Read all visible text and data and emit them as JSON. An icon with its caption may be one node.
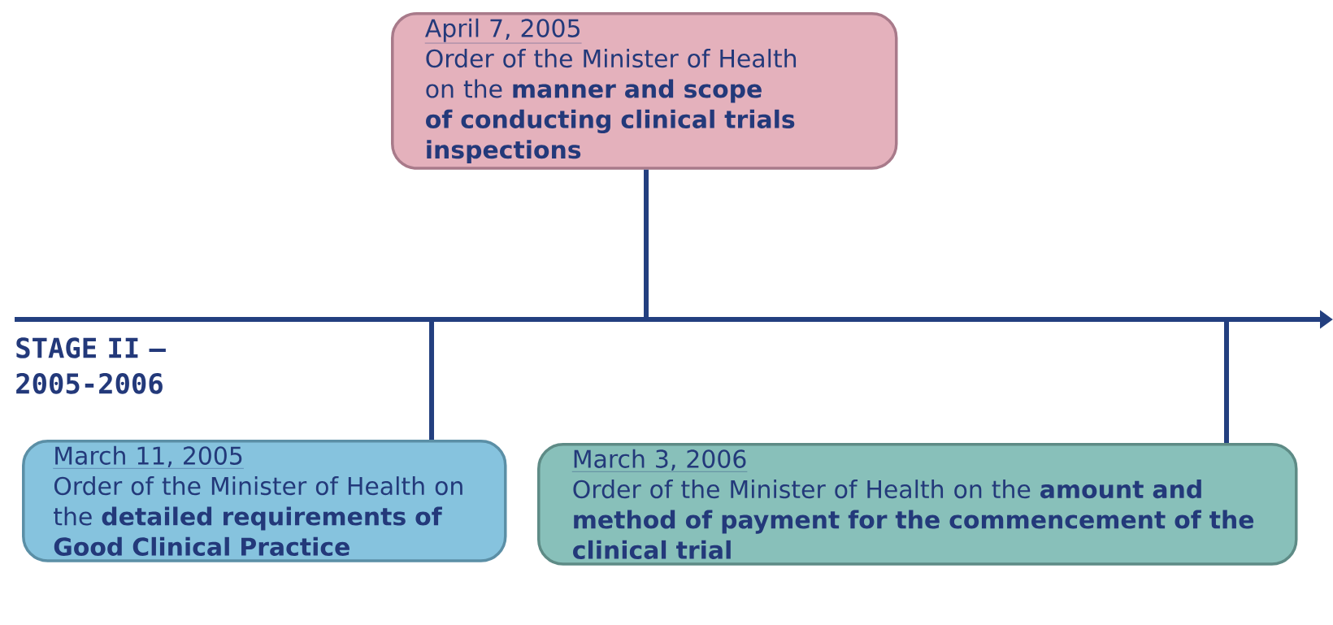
{
  "diagram": {
    "nodes": [
      {
        "text": [
          "April 7, 2005",
          "Order of the Minister of Health on the **manner and scope of conducting clinical trials inspections**"
        ]
      },
      {
        "text": [
          "March 11, 2005",
          "Order of the Minister of Health on the **detailed requirements of Good Clinical Practice**"
        ]
      },
      {
        "text": [
          "March 3, 2006",
          "Order of the Minister of Health on the **amount and method of payment for the commencement of the clinical trial**"
        ]
      }
    ],
    "edges": [
      {
        "from": 0,
        "to": null,
        "arrow": "none"
      },
      {
        "from": 1,
        "to": null,
        "arrow": "none"
      },
      {
        "from": 2,
        "to": null,
        "arrow": "none"
      }
    ],
    "labels": [
      "STAGE II – 2005-2006"
    ]
  }
}
